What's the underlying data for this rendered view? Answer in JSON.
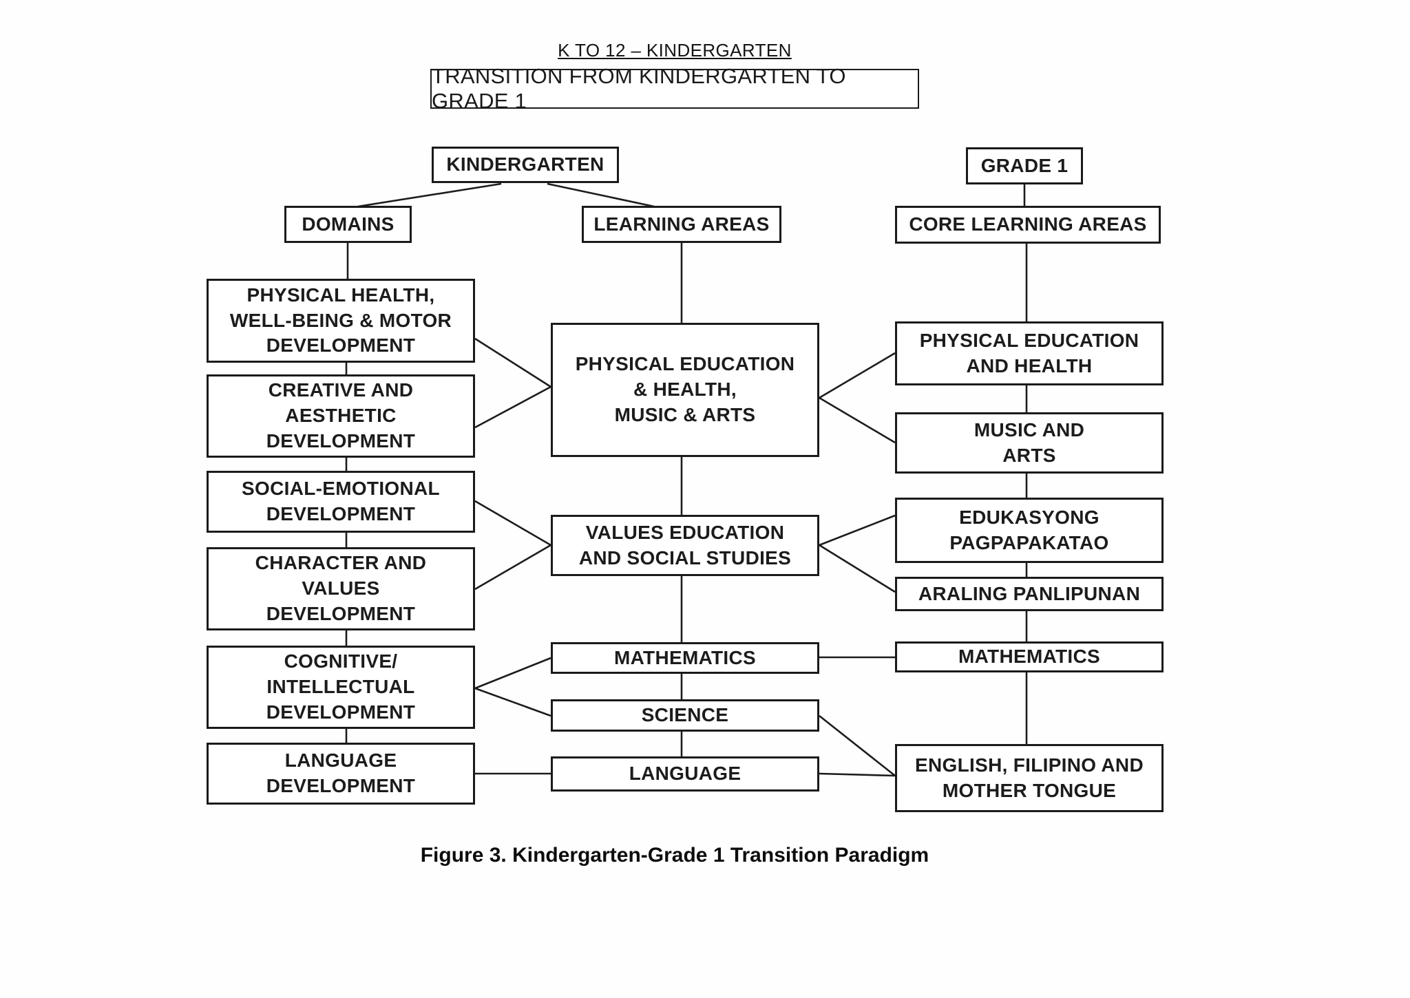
{
  "header": {
    "super_title": "K TO 12 – KINDERGARTEN",
    "title": "TRANSITION FROM KINDERGARTEN TO GRADE 1"
  },
  "diagram": {
    "kindergarten": "KINDERGARTEN",
    "grade_1": "GRADE 1",
    "domains_header": "DOMAINS",
    "learning_areas_header": "LEARNING AREAS",
    "core_learning_areas_header": "CORE LEARNING AREAS",
    "domains": [
      "PHYSICAL HEALTH,\nWELL-BEING & MOTOR\nDEVELOPMENT",
      "CREATIVE AND\nAESTHETIC\nDEVELOPMENT",
      "SOCIAL-EMOTIONAL\nDEVELOPMENT",
      "CHARACTER AND\nVALUES\nDEVELOPMENT",
      "COGNITIVE/\nINTELLECTUAL\nDEVELOPMENT",
      "LANGUAGE\nDEVELOPMENT"
    ],
    "learning_areas": [
      "PHYSICAL EDUCATION\n& HEALTH,\nMUSIC & ARTS",
      "VALUES EDUCATION\nAND SOCIAL STUDIES",
      "MATHEMATICS",
      "SCIENCE",
      "LANGUAGE"
    ],
    "core_learning_areas": [
      "PHYSICAL EDUCATION\nAND HEALTH",
      "MUSIC AND\nARTS",
      "EDUKASYONG\nPAGPAPAKATAO",
      "ARALING PANLIPUNAN",
      "MATHEMATICS",
      "ENGLISH, FILIPINO AND\nMOTHER TONGUE"
    ]
  },
  "caption": "Figure 3. Kindergarten-Grade 1 Transition Paradigm",
  "colors": {
    "background": "#ffffff",
    "ink": "#1a1a1a"
  }
}
